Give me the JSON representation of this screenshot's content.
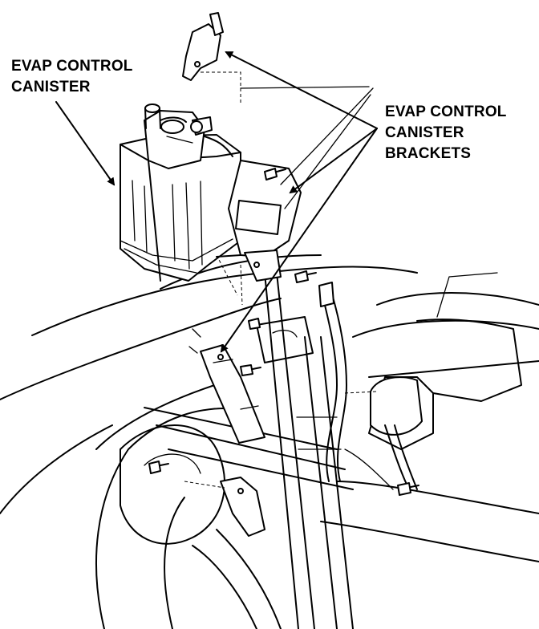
{
  "labels": {
    "canister_line1": "EVAP CONTROL",
    "canister_line2": "CANISTER",
    "brackets_line1": "EVAP CONTROL",
    "brackets_line2": "CANISTER",
    "brackets_line3": "BRACKETS"
  }
}
